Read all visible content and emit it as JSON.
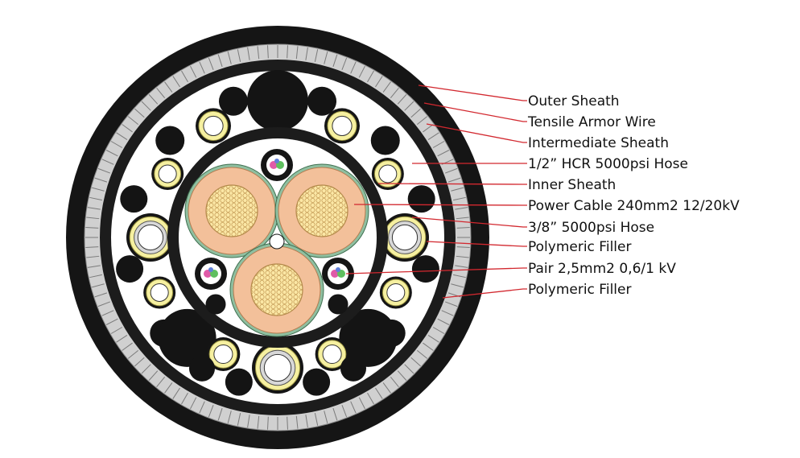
{
  "labels": [
    "Outer Sheath",
    "Tensile Armor Wire",
    "Intermediate Sheath",
    "1/2” HCR 5000psi Hose",
    "Inner Sheath",
    "Power Cable 240mm2 12/20kV",
    "3/8” 5000psi Hose",
    "Polymeric Filler",
    "Pair 2,5mm2 0,6/1 kV",
    "Polymeric Filler"
  ],
  "colors": {
    "sheath": "#1a1a1a",
    "armor": "#cfcfcf",
    "power_insulation": "#f3c09a",
    "conductor": "#fbe7a5",
    "hose_yellow": "#f6f0a0",
    "leader_line": "#d2282f"
  }
}
